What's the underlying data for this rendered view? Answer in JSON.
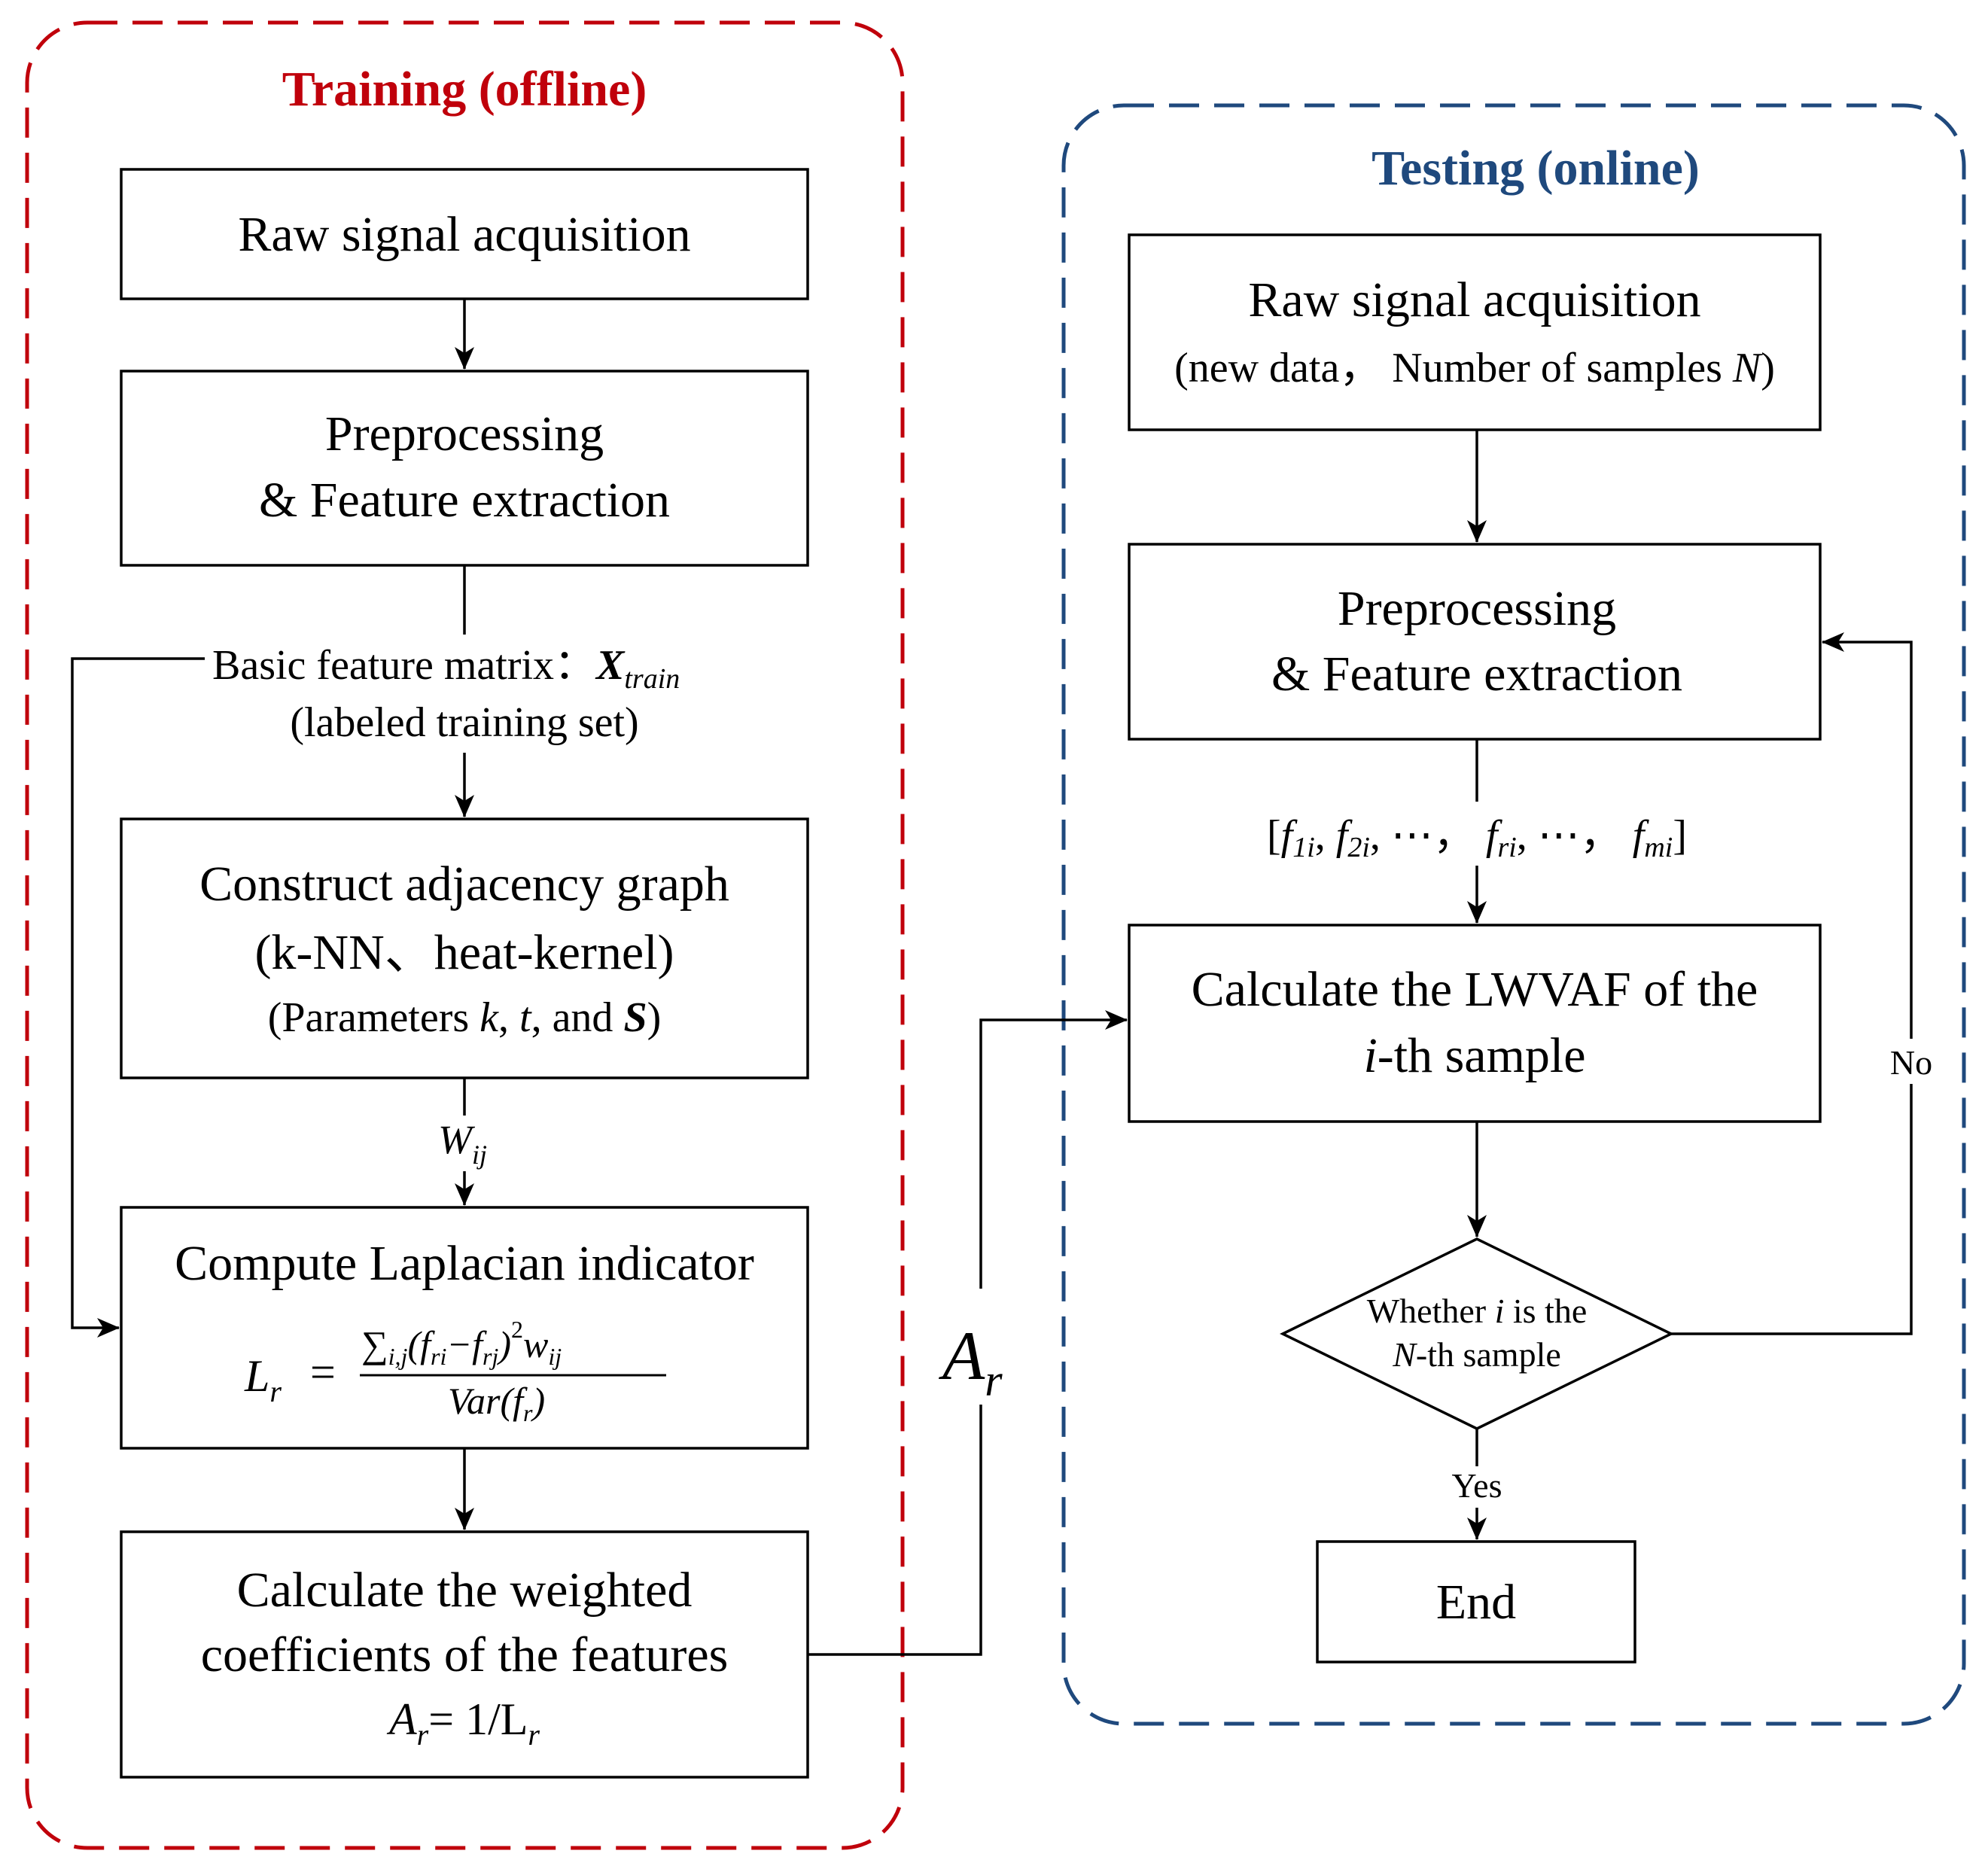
{
  "colors": {
    "training": "#c0000b",
    "testing": "#1f497d",
    "line": "#000000"
  },
  "training": {
    "title": "Training (offline)",
    "raw": "Raw signal acquisition",
    "pre1": "Preprocessing",
    "pre2": "& Feature extraction",
    "basic_prefix": "Basic feature matrix：",
    "basic_X": "X",
    "basic_sub": "train",
    "labeled": "(labeled training set)",
    "graph1": "Construct adjacency graph",
    "graph2": "(k-NN、heat-kernel)",
    "params_prefix": "(Parameters ",
    "params_k": "k",
    "params_comma1": ", ",
    "params_t": "t",
    "params_and": ", and ",
    "params_S": "S",
    "params_close": ")",
    "w_main": "W",
    "w_sub": "ij",
    "lap_title": "Compute Laplacian indicator",
    "lap_L": "L",
    "lap_r": "r",
    "lap_eq": "=",
    "lap_num_a": "∑",
    "lap_num_sub": "i,j",
    "lap_num_b": "(f",
    "lap_num_ri": "ri",
    "lap_num_minus": "−f",
    "lap_num_rj": "rj",
    "lap_num_c": ")",
    "lap_num_sq": "2",
    "lap_num_w": "w",
    "lap_num_ij": "ij",
    "lap_den_a": "Var(f",
    "lap_den_r": "r",
    "lap_den_b": ")",
    "coef1": "Calculate the weighted",
    "coef2": "coefficients of the features",
    "coef_A": "A",
    "coef_r": "r",
    "coef_eq": "= 1/L",
    "coef_r2": "r"
  },
  "link": {
    "A": "A",
    "r": "r"
  },
  "testing": {
    "title": "Testing (online)",
    "raw": "Raw signal acquisition",
    "raw_sub_a": "(new data， Number of samples ",
    "raw_sub_N": "N",
    "raw_sub_b": ")",
    "pre1": "Preprocessing",
    "pre2": "& Feature extraction",
    "vec_open": "[",
    "vec_f1": "f",
    "vec_1i": "1i",
    "vec_c1": ", ",
    "vec_f2": "f",
    "vec_2i": "2i",
    "vec_c2": ", ⋯， ",
    "vec_fr": "f",
    "vec_ri": "ri",
    "vec_c3": ", ⋯， ",
    "vec_fm": "f",
    "vec_mi": "mi",
    "vec_close": "]",
    "calc1": "Calculate the LWVAF of the",
    "calc2_i": "i",
    "calc2_rest": "-th sample",
    "dec1_a": "Whether ",
    "dec1_i": "i",
    "dec1_b": " is the",
    "dec2_N": "N",
    "dec2_rest": "-th sample",
    "no": "No",
    "yes": "Yes",
    "end": "End"
  }
}
